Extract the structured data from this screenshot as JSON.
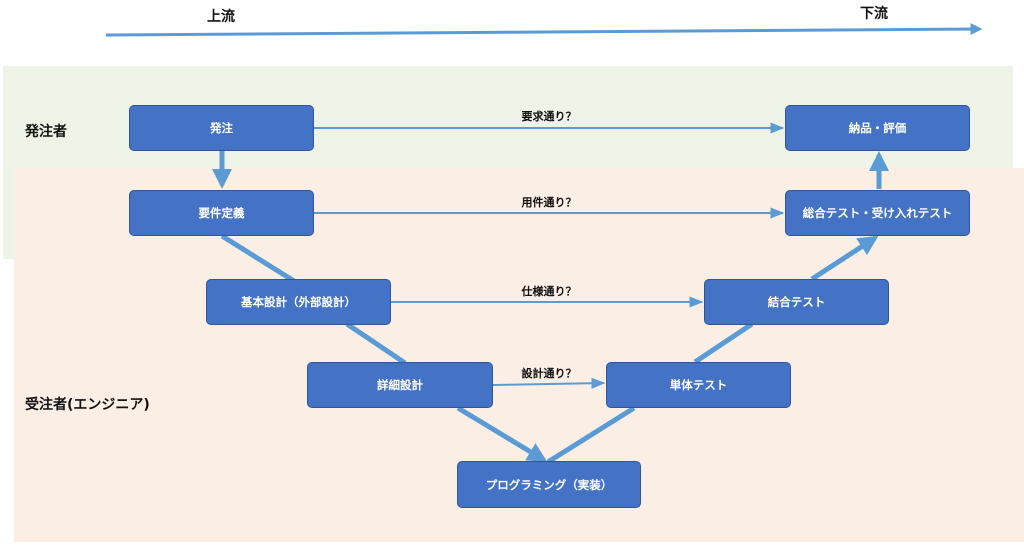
{
  "flow": {
    "upstream": "上流",
    "downstream": "下流"
  },
  "lanes": {
    "client": "発注者",
    "vendor": "受注者(エンジニア)"
  },
  "boxes": {
    "order": "発注",
    "requirements": "要件定義",
    "basic_design": "基本設計（外部設計）",
    "detailed_design": "詳細設計",
    "programming": "プログラミング（実装）",
    "unit_test": "単体テスト",
    "integration_test": "結合テスト",
    "system_test": "総合テスト・受け入れテスト",
    "delivery": "納品・評価"
  },
  "checks": {
    "requirements_met": "要求通り？",
    "specs_met": "用件通り？",
    "spec_met": "仕様通り？",
    "design_met": "設計通り？"
  },
  "colors": {
    "box_fill": "#4472c4",
    "connector": "#5b9bd5",
    "client_band": "#eef3e7",
    "vendor_band": "#fbeee5"
  }
}
